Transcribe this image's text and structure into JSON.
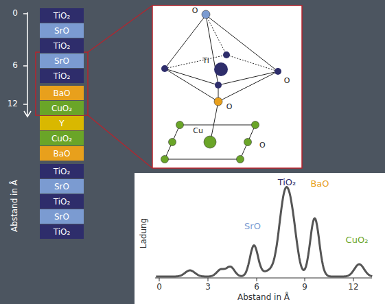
{
  "diagram": {
    "nodes": [
      {
        "text": [
          "TiO₂"
        ]
      },
      {
        "text": [
          "SrO"
        ]
      },
      {
        "text": [
          "TiO₂"
        ]
      },
      {
        "text": [
          "SrO"
        ]
      },
      {
        "text": [
          "TiO₂"
        ]
      },
      {
        "text": [
          "BaO"
        ]
      },
      {
        "text": [
          "CuO₂"
        ]
      },
      {
        "text": [
          "Y"
        ]
      },
      {
        "text": [
          "CuO₂"
        ]
      },
      {
        "text": [
          "BaO"
        ]
      },
      {
        "text": [
          "TiO₂"
        ]
      },
      {
        "text": [
          "SrO"
        ]
      },
      {
        "text": [
          "TiO₂"
        ]
      },
      {
        "text": [
          "SrO"
        ]
      },
      {
        "text": [
          "TiO₂"
        ]
      }
    ],
    "labels": [
      "0",
      "6",
      "12",
      "Abstand in Å",
      "O",
      "Ti",
      "O",
      "O",
      "Cu",
      "O",
      "SrO",
      "TiO₂",
      "BaO",
      "CuO₂",
      "Ladung",
      "0",
      "3",
      "6",
      "9",
      "12",
      "Abstand in Å"
    ]
  }
}
